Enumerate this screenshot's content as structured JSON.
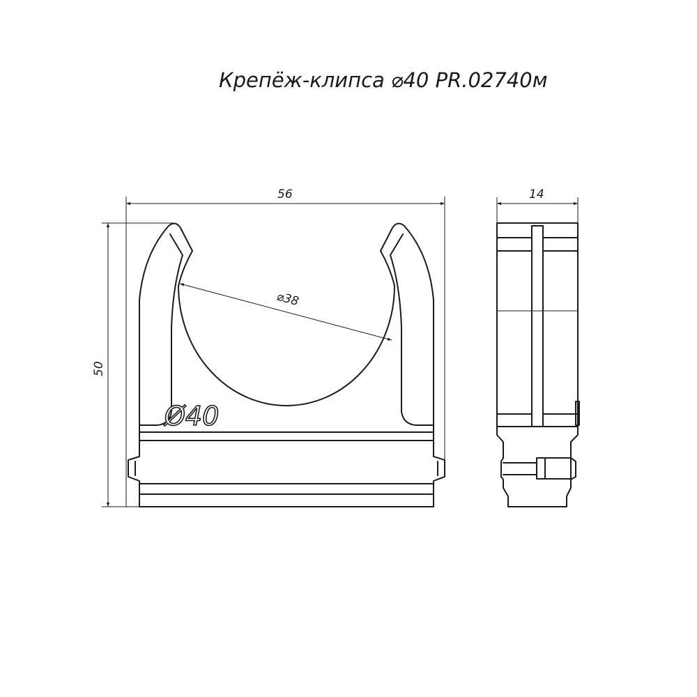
{
  "drawing": {
    "title": "Крепёж-клипса ⌀40 PR.02740м",
    "front_view": {
      "width_dim": "56",
      "height_dim": "50",
      "inner_diameter_dim": "⌀38",
      "embossed_label": "Ø40"
    },
    "side_view": {
      "width_dim": "14"
    }
  }
}
